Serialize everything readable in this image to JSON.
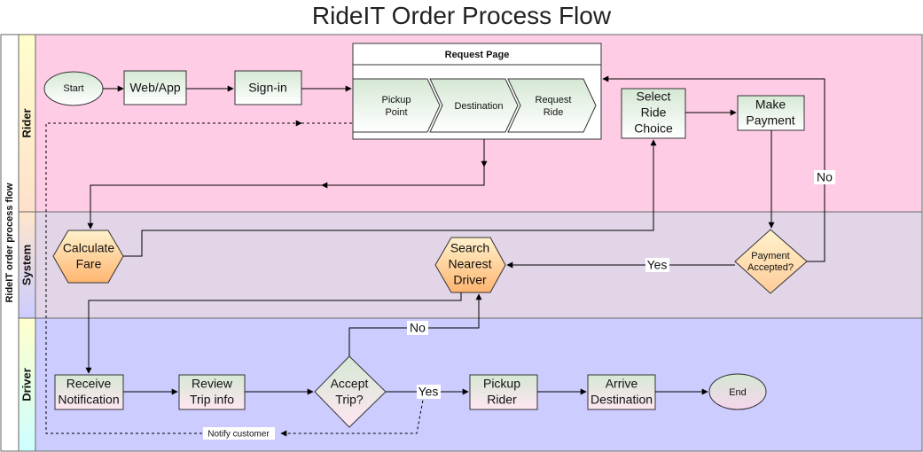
{
  "title": "RideIT Order Process Flow",
  "pool_label": "RideIT order process flow",
  "lanes": {
    "rider": "Rider",
    "system": "System",
    "driver": "Driver"
  },
  "colors": {
    "rider_lane": "#ffcce6",
    "system_lane": "#e1d5e7",
    "driver_lane": "#ccccff",
    "process_green": "#d5e8d4",
    "decision_yellow": "#ffe6cc",
    "system_orange": "#ffb570"
  },
  "nodes": {
    "start": "Start",
    "webapp": "Web/App",
    "signin": "Sign-in",
    "request_page": "Request Page",
    "pickup_point_1": "Pickup",
    "pickup_point_2": "Point",
    "destination": "Destination",
    "request_ride_1": "Request",
    "request_ride_2": "Ride",
    "select_ride_1": "Select",
    "select_ride_2": "Ride",
    "select_ride_3": "Choice",
    "make_payment_1": "Make",
    "make_payment_2": "Payment",
    "calc_fare_1": "Calculate",
    "calc_fare_2": "Fare",
    "search_driver_1": "Search",
    "search_driver_2": "Nearest",
    "search_driver_3": "Driver",
    "payment_accepted_1": "Payment",
    "payment_accepted_2": "Accepted?",
    "receive_notif_1": "Receive",
    "receive_notif_2": "Notification",
    "review_trip_1": "Review",
    "review_trip_2": "Trip info",
    "accept_trip_1": "Accept",
    "accept_trip_2": "Trip?",
    "pickup_rider_1": "Pickup",
    "pickup_rider_2": "Rider",
    "arrive_dest_1": "Arrive",
    "arrive_dest_2": "Destination",
    "end": "End"
  },
  "edge_labels": {
    "payment_no": "No",
    "payment_yes": "Yes",
    "accept_no": "No",
    "accept_yes": "Yes",
    "notify_customer": "Notify customer"
  }
}
